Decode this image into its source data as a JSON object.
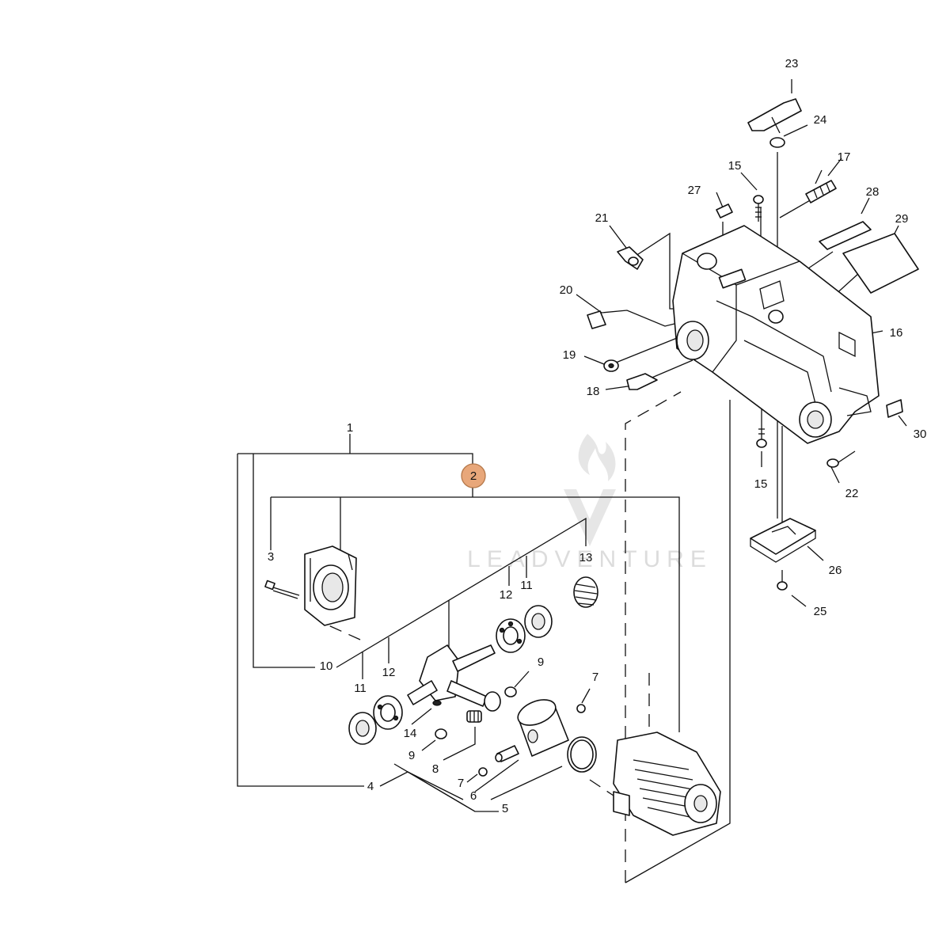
{
  "watermark": {
    "text": "LEADVENTURE"
  },
  "highlight_color": "#e8a77a",
  "callouts": [
    {
      "text": "1"
    },
    {
      "text": "2"
    },
    {
      "text": "3"
    },
    {
      "text": "4"
    },
    {
      "text": "5"
    },
    {
      "text": "6"
    },
    {
      "text": "7"
    },
    {
      "text": "7"
    },
    {
      "text": "8"
    },
    {
      "text": "9"
    },
    {
      "text": "9"
    },
    {
      "text": "10"
    },
    {
      "text": "11"
    },
    {
      "text": "11"
    },
    {
      "text": "12"
    },
    {
      "text": "12"
    },
    {
      "text": "13"
    },
    {
      "text": "14"
    },
    {
      "text": "15"
    },
    {
      "text": "15"
    },
    {
      "text": "16"
    },
    {
      "text": "17"
    },
    {
      "text": "18"
    },
    {
      "text": "19"
    },
    {
      "text": "20"
    },
    {
      "text": "21"
    },
    {
      "text": "22"
    },
    {
      "text": "23"
    },
    {
      "text": "24"
    },
    {
      "text": "25"
    },
    {
      "text": "26"
    },
    {
      "text": "27"
    },
    {
      "text": "28"
    },
    {
      "text": "29"
    },
    {
      "text": "30"
    }
  ]
}
